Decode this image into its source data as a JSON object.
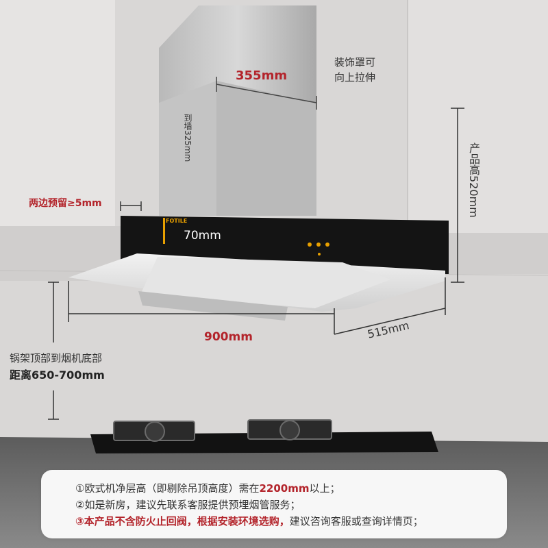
{
  "labels": {
    "width_top": "355mm",
    "cover_note_1": "装饰罩可",
    "cover_note_2": "向上拉伸",
    "to_wall_1": "到墙",
    "to_wall_2": "325mm",
    "margin_note": "两边预留≥5mm",
    "panel_height": "70mm",
    "product_height": "产品高520mm",
    "width_bottom": "900mm",
    "depth": "515mm",
    "distance_1": "锅架顶部到烟机底部",
    "distance_2": "距离650-700mm",
    "brand": "FOTILE"
  },
  "notes": {
    "line1_num": "①",
    "line1_a": "欧式机净层高（即剔除吊顶高度）需在",
    "line1_hl": "2200mm",
    "line1_b": "以上；",
    "line2_num": "②",
    "line2_a": "如是新房，建议先联系客服提供预埋烟管服务；",
    "line3_num": "③",
    "line3_hl": "本产品不含防火止回阀，根据安装环境选购，",
    "line3_b": "建议咨询客服或查询详情页；"
  },
  "colors": {
    "background": "#d9d7d6",
    "accent_red": "#b3242b",
    "text": "#333333",
    "panel": "#111111"
  }
}
